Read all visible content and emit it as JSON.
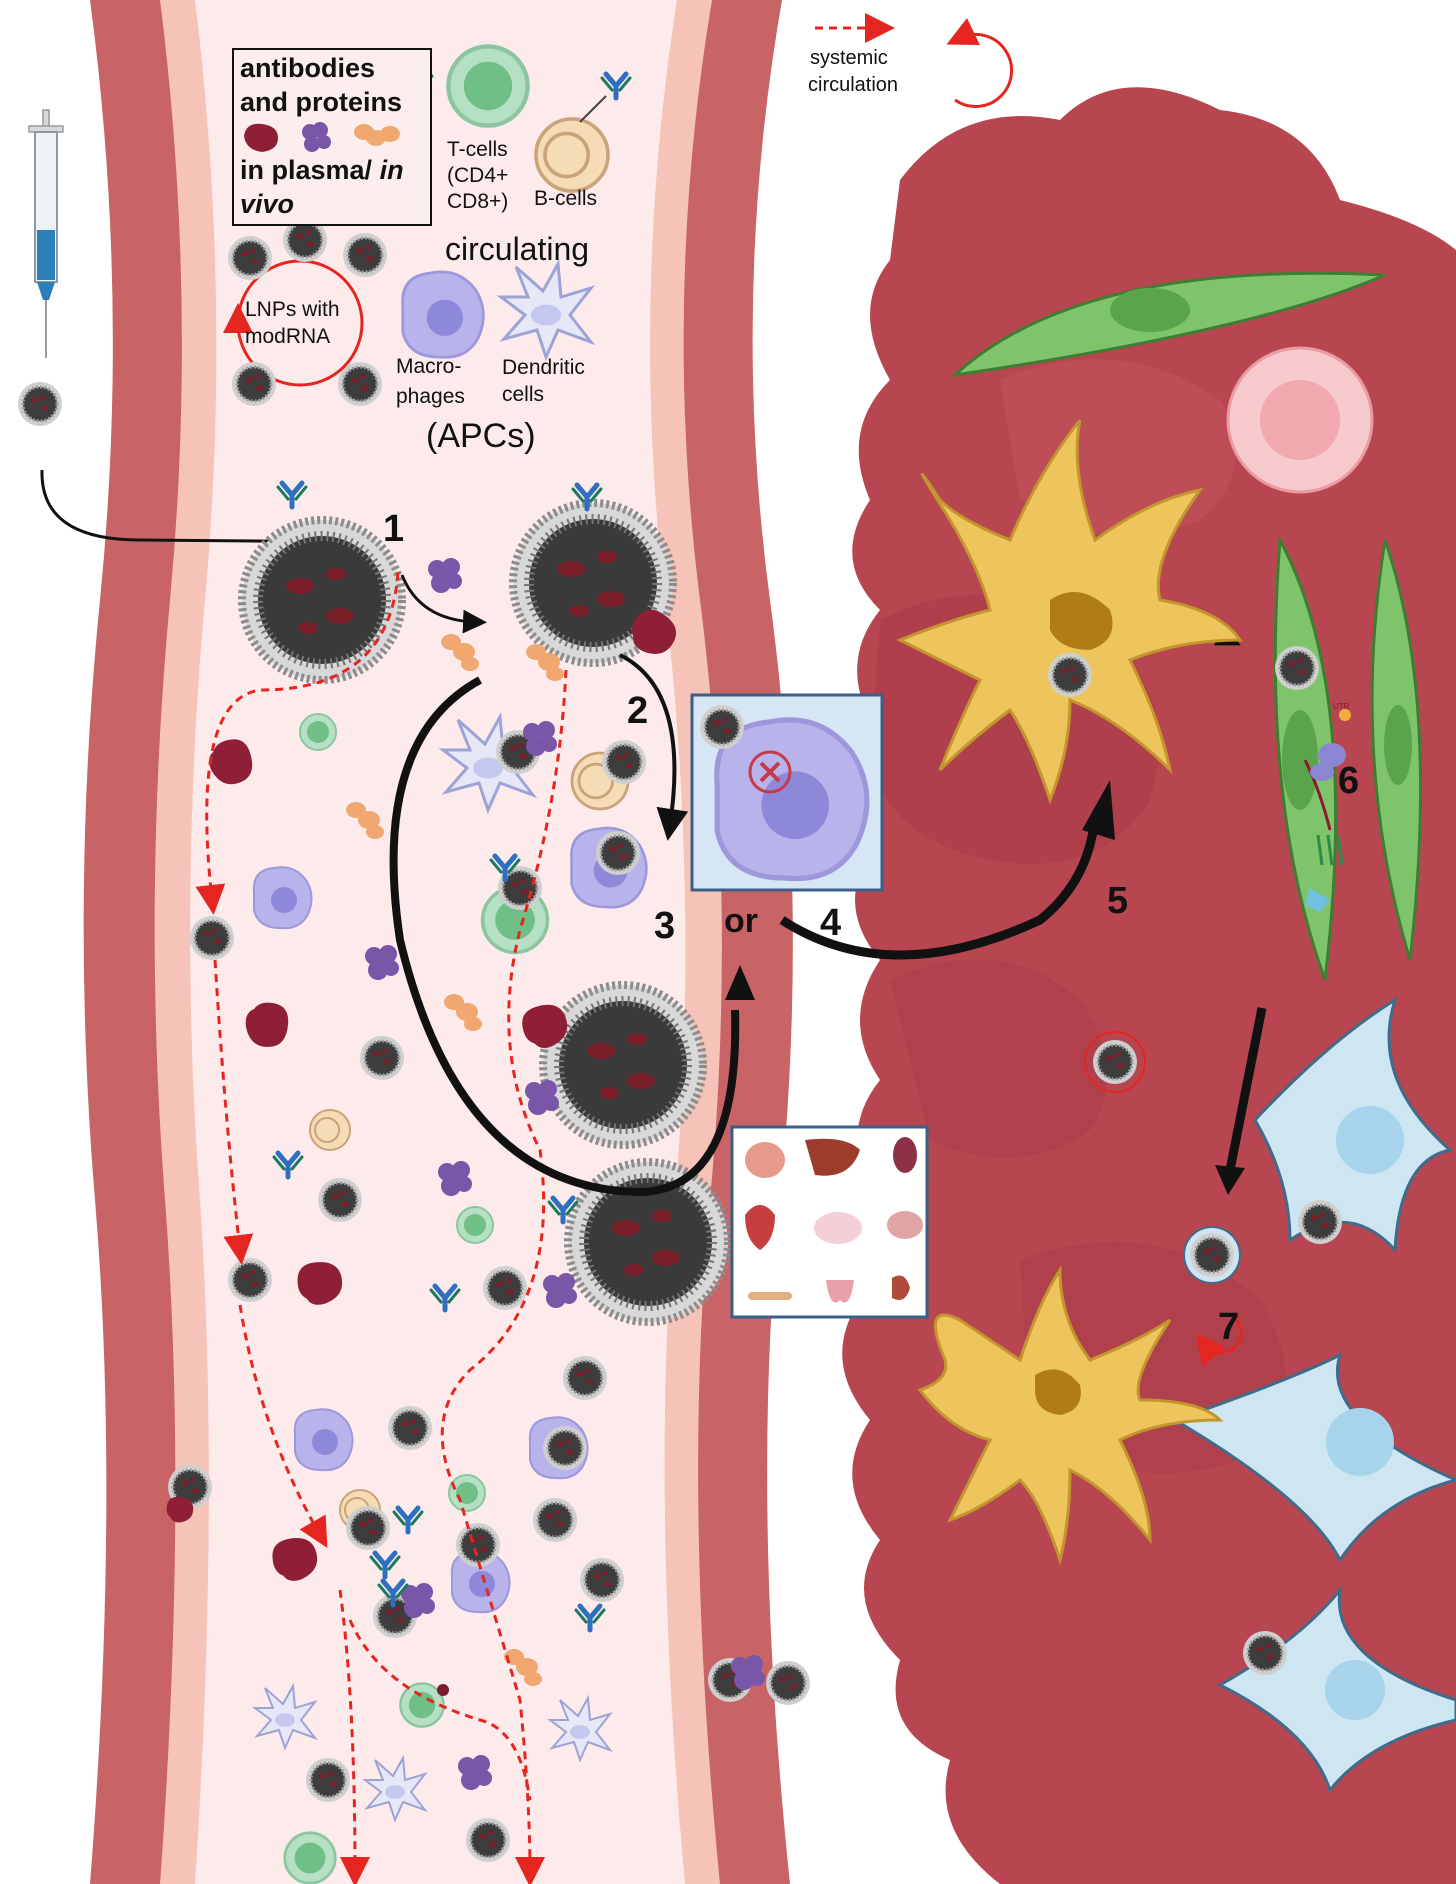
{
  "legend": {
    "line1": "antibodies",
    "line2": "and proteins",
    "line3": "in plasma/ ",
    "line3_italic": "in",
    "line4": "vivo"
  },
  "systemic": {
    "line1": "systemic",
    "line2": "circulation"
  },
  "labels": {
    "t_cells": [
      "T-cells",
      "(CD4+",
      "CD8+)"
    ],
    "b_cells": "B-cells",
    "circulating": "circulating",
    "lnps": [
      "LNPs with",
      "modRNA"
    ],
    "macrophages": [
      "Macro-",
      "phages"
    ],
    "dendritic": [
      "Dendritic",
      "cells"
    ],
    "apcs": "(APCs)",
    "or": "or",
    "utr": "UTR"
  },
  "steps": [
    "1",
    "2",
    "3",
    "4",
    "5",
    "6",
    "7"
  ],
  "colors": {
    "vessel_wall": "#c86466",
    "vessel_inner": "#f5c3b8",
    "lumen": "#fdeaea",
    "tissue": "#b84650",
    "cell_green": "#7ec46b",
    "cell_yellow": "#eec45c",
    "cell_blue": "#cde6f2",
    "arrow_red": "#e52620"
  },
  "icons": [
    "syringe-icon",
    "lnp-icon",
    "antibody-icon",
    "t-cell-icon",
    "b-cell-icon",
    "macrophage-icon",
    "dendritic-cell-icon",
    "protein-icon",
    "organs-icon",
    "ribosome-icon"
  ]
}
